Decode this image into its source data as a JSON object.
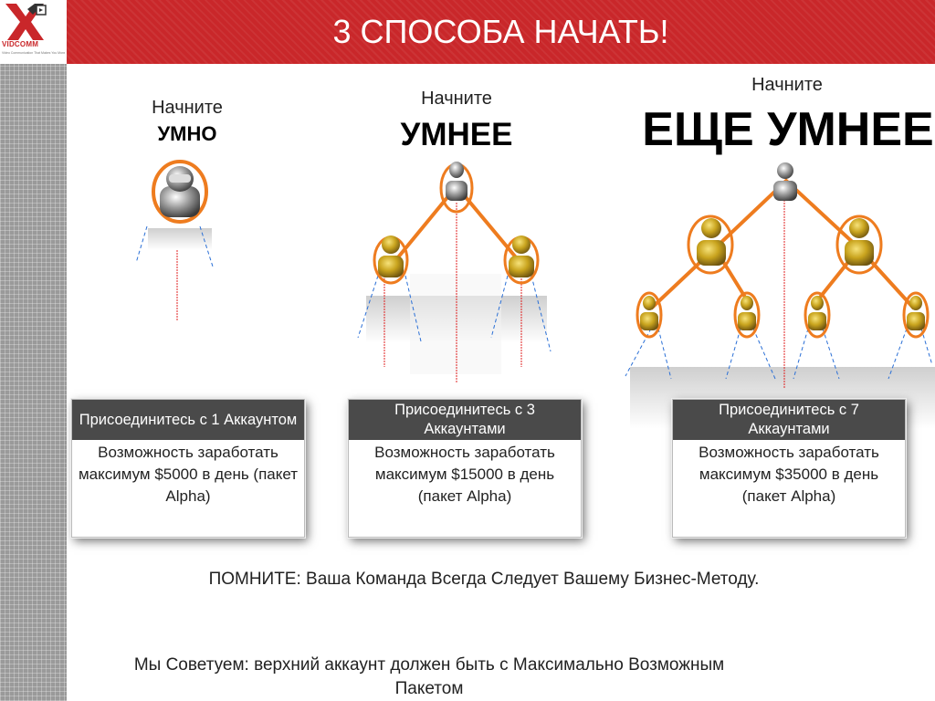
{
  "header": {
    "title": "3 СПОСОБА НАЧАТЬ!",
    "logo_text": "VIDCOMM",
    "logo_tagline": "Video Communication That Makes You Money"
  },
  "colors": {
    "header_red": "#c9272a",
    "connector_orange": "#ee7c1f",
    "node_gold": "#c9a41e",
    "node_silver": "#9a9a9a",
    "box_header_gray": "#4a4a4a"
  },
  "tiers": [
    {
      "small_label": "Начните",
      "big_label": "УМНО",
      "join_text": "Присоединитесь с 1 Аккаунтом",
      "earn_text": "Возможность заработать максимум $5000 в день (пакет Alpha)",
      "nodes": 1
    },
    {
      "small_label": "Начните",
      "big_label": "УМНЕЕ",
      "join_text": "Присоединитесь с 3 Аккаунтами",
      "earn_text": "Возможность заработать максимум $15000 в день (пакет Alpha)",
      "nodes": 3
    },
    {
      "small_label": "Начните",
      "big_label": "ЕЩЕ УМНЕЕ",
      "join_text": "Присоединитесь с 7 Аккаунтами",
      "earn_text": "Возможность заработать максимум $35000 в день (пакет Alpha)",
      "nodes": 7
    }
  ],
  "notes": {
    "remember": "ПОМНИТЕ: Ваша Команда Всегда Следует Вашему Бизнес-Методу.",
    "advice": "Мы Советуем: верхний аккаунт должен быть с Максимально Возможным Пакетом"
  }
}
